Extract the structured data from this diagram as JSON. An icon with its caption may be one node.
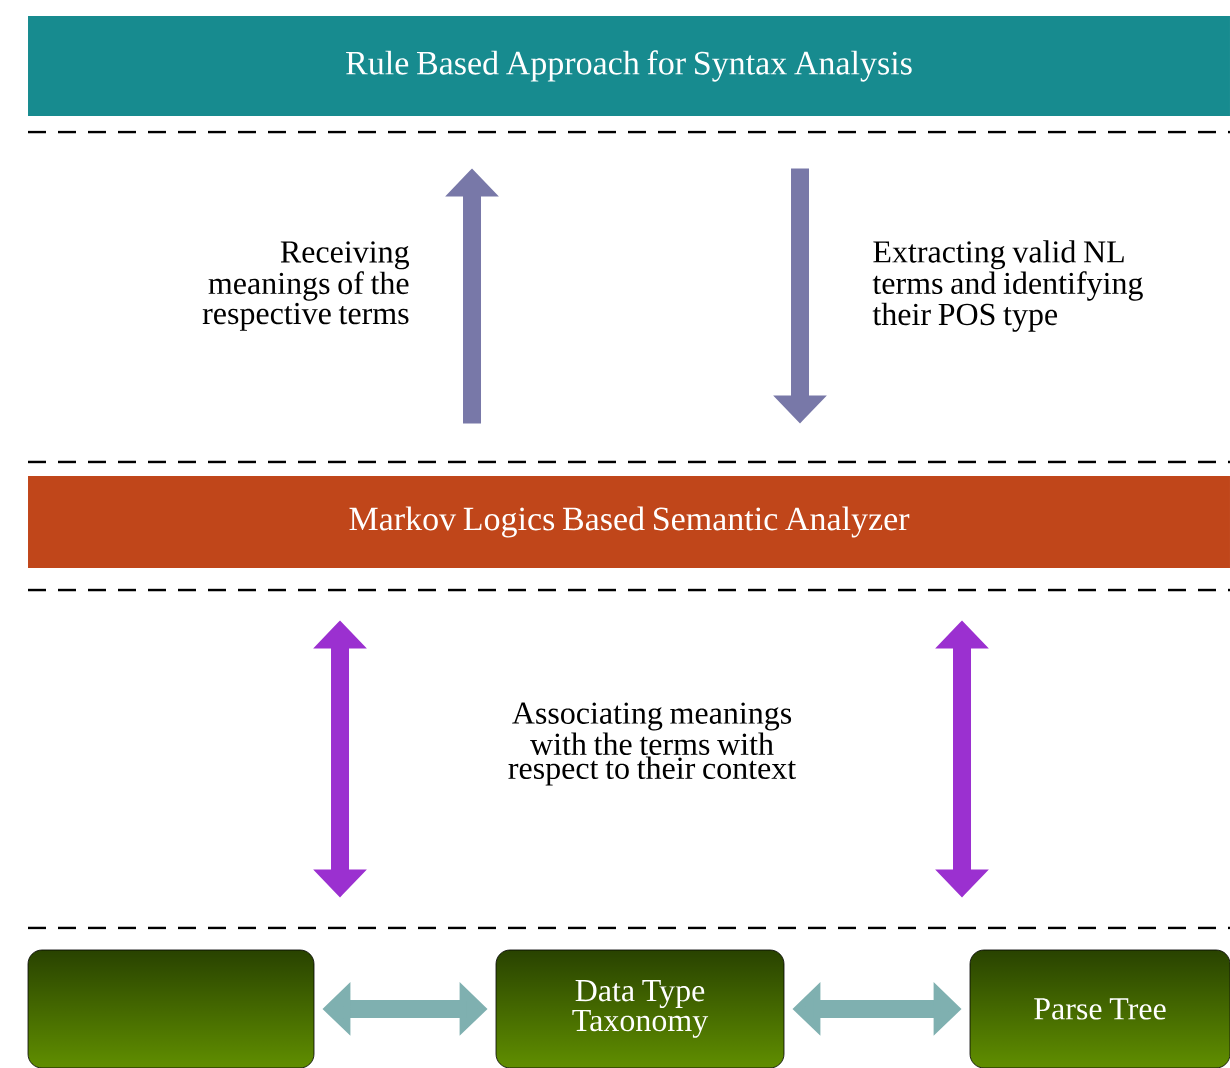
{
  "diagram": {
    "nodes": [
      {
        "text": [
          "Rule Based Approach for Syntax Analysis"
        ]
      },
      {
        "text": [
          "Markov Logics Based Semantic Analyzer"
        ]
      },
      {
        "text": [],
        "shape": "box"
      },
      {
        "text": [
          "Data Type Taxonomy"
        ]
      },
      {
        "text": [
          "Parse Tree"
        ]
      }
    ],
    "edges": [
      {
        "from": 1,
        "to": 0,
        "arrow": "to",
        "label": "Receiving meanings of the respective terms"
      },
      {
        "from": 0,
        "to": 1,
        "arrow": "to",
        "label": "Extracting valid NL terms and identifying their POS type"
      },
      {
        "from": 1,
        "to": 2,
        "arrow": "both",
        "color": "#9b30d0"
      },
      {
        "from": 1,
        "to": 4,
        "arrow": "both",
        "color": "#9b30d0"
      },
      {
        "from": 2,
        "to": 3,
        "arrow": "both",
        "color": "#7fb0b0"
      },
      {
        "from": 3,
        "to": 4,
        "arrow": "both",
        "color": "#7fb0b0"
      }
    ],
    "labels": [
      "Associating meanings with the terms with respect to their context"
    ]
  }
}
